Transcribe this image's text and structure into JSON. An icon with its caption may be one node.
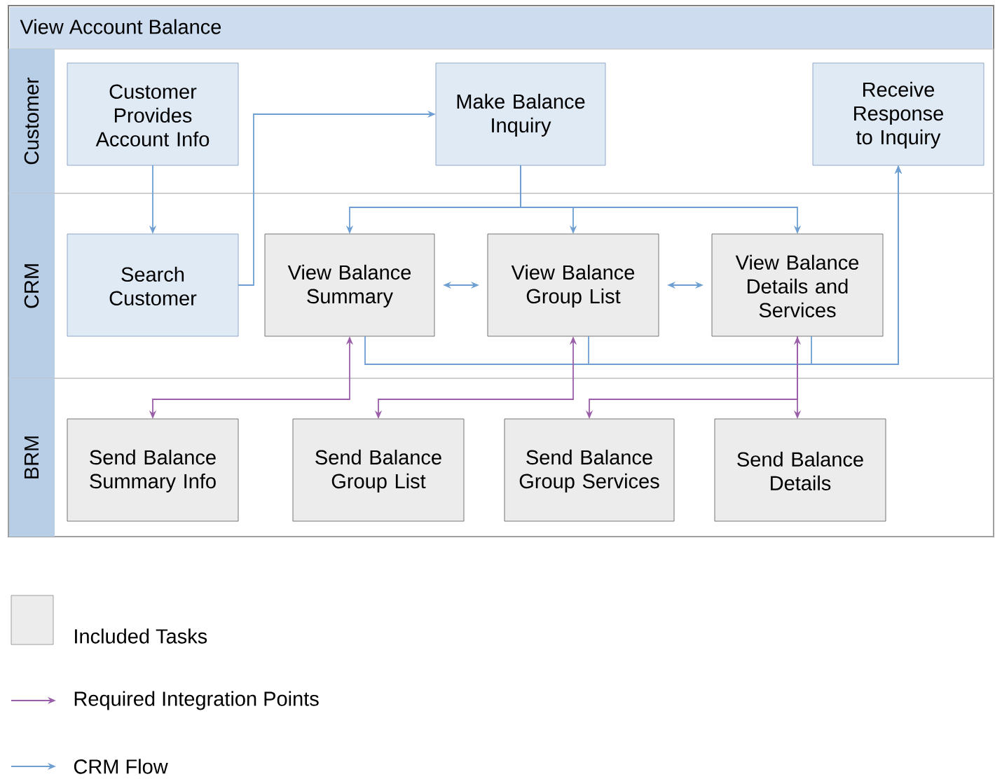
{
  "diagram": {
    "nodes": [
      {
        "text": [
          "View Account Balance"
        ]
      },
      {
        "text": [
          "Customer"
        ],
        "in": 0
      },
      {
        "text": [
          "Customer Provides Account Info"
        ],
        "in": 1
      },
      {
        "text": [
          "Make Balance Inquiry"
        ],
        "in": 1
      },
      {
        "text": [
          "Receive Response to Inquiry"
        ],
        "in": 1
      },
      {
        "text": [
          "CRM"
        ],
        "in": 0
      },
      {
        "text": [
          "Search Customer"
        ],
        "in": 5
      },
      {
        "text": [
          "View Balance Summary"
        ],
        "in": 5
      },
      {
        "text": [
          "View Balance Group List"
        ],
        "in": 5
      },
      {
        "text": [
          "View Balance Details and Services"
        ],
        "in": 5
      },
      {
        "text": [
          "BRM"
        ],
        "in": 0
      },
      {
        "text": [
          "Send Balance Summary Info"
        ],
        "in": 10
      },
      {
        "text": [
          "Send Balance Group List"
        ],
        "in": 10
      },
      {
        "text": [
          "Send Balance Group Services"
        ],
        "in": 10
      },
      {
        "text": [
          "Send Balance Details"
        ],
        "in": 10
      }
    ],
    "edges": [
      {
        "from": 2,
        "to": 6,
        "arrow": "to"
      },
      {
        "from": 6,
        "to": 3,
        "arrow": "to"
      },
      {
        "from": 3,
        "to": 7,
        "arrow": "to"
      },
      {
        "from": 3,
        "to": 8,
        "arrow": "to"
      },
      {
        "from": 3,
        "to": 9,
        "arrow": "to"
      },
      {
        "from": 7,
        "to": 8,
        "arrow": "both"
      },
      {
        "from": 8,
        "to": 9,
        "arrow": "both"
      },
      {
        "from": 7,
        "to": 4,
        "arrow": "to"
      },
      {
        "from": 8,
        "to": 4,
        "arrow": "to"
      },
      {
        "from": 9,
        "to": 4,
        "arrow": "to"
      },
      {
        "from": 11,
        "to": 7,
        "arrow": "both",
        "color": "#9a5fa8"
      },
      {
        "from": 12,
        "to": 8,
        "arrow": "both",
        "color": "#9a5fa8"
      },
      {
        "from": 9,
        "to": 13,
        "arrow": "to",
        "color": "#9a5fa8"
      },
      {
        "from": 14,
        "to": 9,
        "arrow": "both",
        "color": "#9a5fa8"
      }
    ],
    "legend": [
      {
        "text": "Included Tasks"
      },
      {
        "text": "Required Integration Points",
        "color": "#9a5fa8"
      },
      {
        "text": "CRM Flow",
        "color": "#6e9fd2"
      }
    ]
  }
}
